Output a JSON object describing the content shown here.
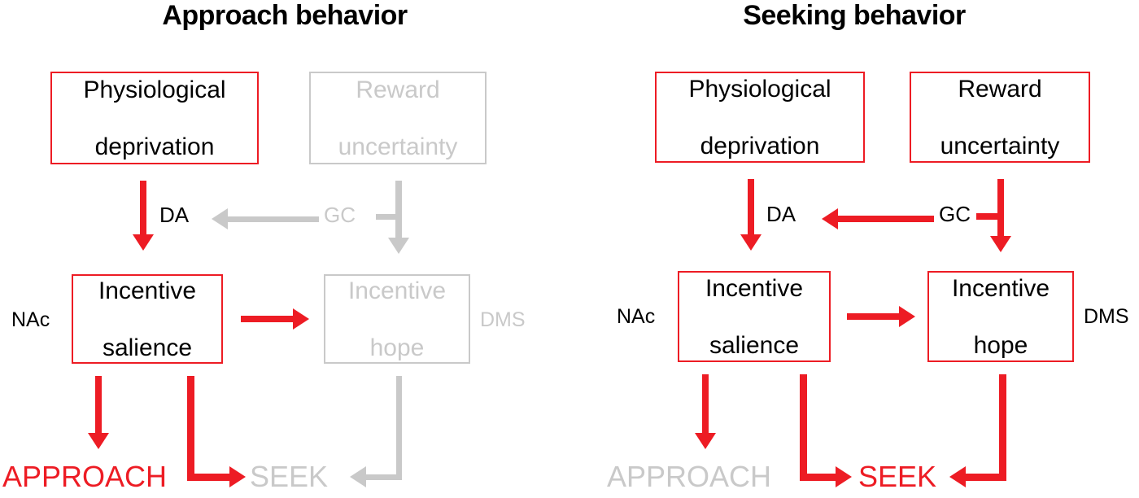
{
  "figure": {
    "colors": {
      "active": "#ED1C24",
      "inactive": "#C9C9C9",
      "text": "#000000",
      "background": "#FFFFFF"
    }
  },
  "panels": [
    {
      "id": "approach",
      "title": "Approach behavior",
      "nodes": {
        "top_left": {
          "line1": "Physiological",
          "line2": "deprivation",
          "state": "active"
        },
        "top_right": {
          "line1": "Reward",
          "line2": "uncertainty",
          "state": "inactive"
        },
        "mid_left": {
          "line1": "Incentive",
          "line2": "salience",
          "state": "active"
        },
        "mid_right": {
          "line1": "Incentive",
          "line2": "hope",
          "state": "inactive"
        }
      },
      "labels": {
        "da": {
          "text": "DA",
          "state": "active"
        },
        "gc": {
          "text": "GC",
          "state": "inactive"
        },
        "nac": {
          "text": "NAc",
          "state": "active"
        },
        "dms": {
          "text": "DMS",
          "state": "inactive"
        }
      },
      "outcomes": {
        "approach": {
          "text": "APPROACH",
          "state": "active"
        },
        "seek": {
          "text": "SEEK",
          "state": "inactive"
        }
      },
      "edges": {
        "deprivation_to_salience": "active",
        "uncertainty_to_hope": "inactive",
        "gc_to_da": "inactive",
        "salience_to_hope": "active",
        "salience_to_approach": "active",
        "salience_to_seek": "active",
        "hope_to_seek": "inactive"
      }
    },
    {
      "id": "seeking",
      "title": "Seeking behavior",
      "nodes": {
        "top_left": {
          "line1": "Physiological",
          "line2": "deprivation",
          "state": "active"
        },
        "top_right": {
          "line1": "Reward",
          "line2": "uncertainty",
          "state": "active"
        },
        "mid_left": {
          "line1": "Incentive",
          "line2": "salience",
          "state": "active"
        },
        "mid_right": {
          "line1": "Incentive",
          "line2": "hope",
          "state": "active"
        }
      },
      "labels": {
        "da": {
          "text": "DA",
          "state": "active"
        },
        "gc": {
          "text": "GC",
          "state": "active"
        },
        "nac": {
          "text": "NAc",
          "state": "active"
        },
        "dms": {
          "text": "DMS",
          "state": "active"
        }
      },
      "outcomes": {
        "approach": {
          "text": "APPROACH",
          "state": "inactive"
        },
        "seek": {
          "text": "SEEK",
          "state": "active"
        }
      },
      "edges": {
        "deprivation_to_salience": "active",
        "uncertainty_to_hope": "active",
        "gc_to_da": "active",
        "salience_to_hope": "active",
        "salience_to_approach": "active",
        "salience_to_seek": "active",
        "hope_to_seek": "active"
      }
    }
  ]
}
